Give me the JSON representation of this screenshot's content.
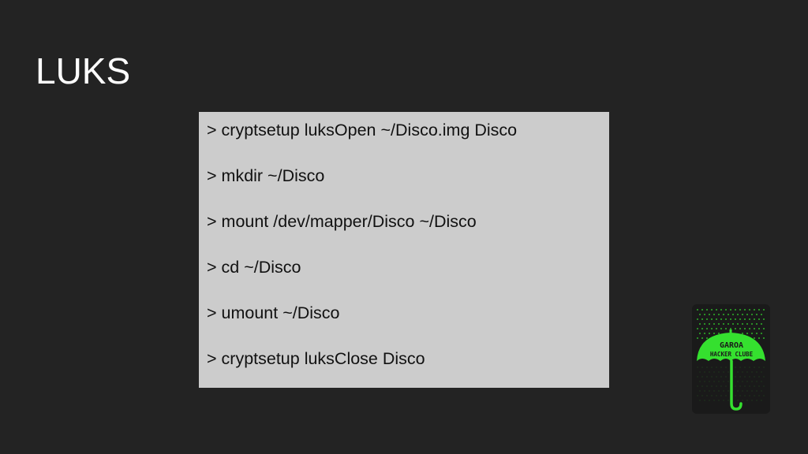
{
  "slide": {
    "title": "LUKS",
    "commands": [
      "> cryptsetup luksOpen ~/Disco.img Disco",
      "> mkdir ~/Disco",
      "> mount /dev/mapper/Disco ~/Disco",
      "> cd ~/Disco",
      "> umount ~/Disco",
      "> cryptsetup luksClose Disco"
    ]
  },
  "logo": {
    "line1": "GAROA",
    "line2": "HACKER CLUBE",
    "accent_color": "#35e02f",
    "icon": "umbrella-icon"
  },
  "colors": {
    "background": "#232323",
    "title": "#ffffff",
    "code_box": "#cccccc",
    "code_text": "#111111"
  }
}
